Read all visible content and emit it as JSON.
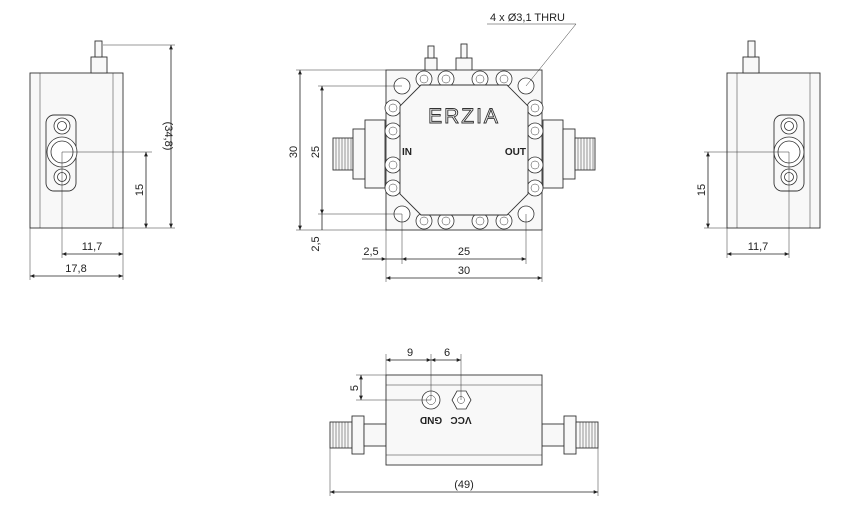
{
  "brand": "ERZIA",
  "ports": {
    "input": "IN",
    "output": "OUT"
  },
  "pins": {
    "gnd": "GND",
    "vcc": "VCC"
  },
  "note_holes": "4 x Ø3,1 THRU",
  "dims": {
    "left_height": "(34,8)",
    "left_15": "15",
    "left_11_7": "11,7",
    "left_17_8": "17,8",
    "front_30_v": "30",
    "front_25_v": "25",
    "front_2_5_v": "2,5",
    "front_2_5_h": "2,5",
    "front_25_h": "25",
    "front_30_h": "30",
    "right_15": "15",
    "right_11_7": "11,7",
    "top_9": "9",
    "top_6": "6",
    "top_5": "5",
    "top_49": "(49)"
  }
}
